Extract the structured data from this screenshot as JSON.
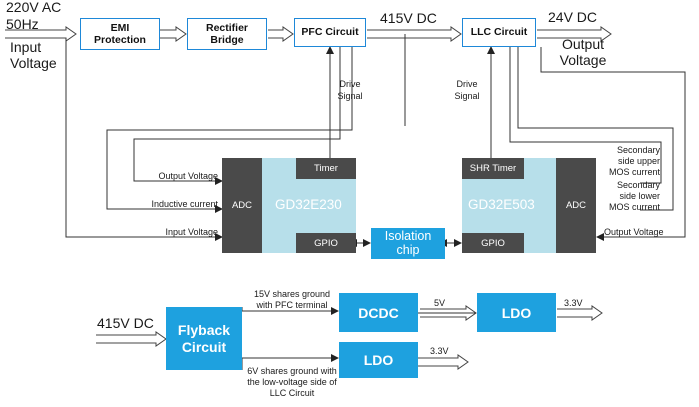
{
  "top_chain": {
    "input": {
      "line1": "220V AC",
      "line2": "50Hz",
      "line3": "Input",
      "line4": "Voltage"
    },
    "emi": {
      "line1": "EMI",
      "line2": "Protection"
    },
    "rectifier": {
      "line1": "Rectifier",
      "line2": "Bridge"
    },
    "pfc": "PFC Circuit",
    "bus_voltage": "415V DC",
    "llc": "LLC Circuit",
    "output_dc": "24V DC",
    "output": {
      "line1": "Output",
      "line2": "Voltage"
    }
  },
  "drive_signal_left": {
    "line1": "Drive",
    "line2": "Signal"
  },
  "drive_signal_right": {
    "line1": "Drive",
    "line2": "Signal"
  },
  "mcu_left": {
    "name": "GD32E230",
    "adc": "ADC",
    "timer": "Timer",
    "gpio": "GPIO",
    "inputs": [
      "Output Voltage",
      "Inductive current",
      "Input Voltage"
    ]
  },
  "isolation": {
    "line1": "Isolation",
    "line2": "chip"
  },
  "mcu_right": {
    "name": "GD32E503",
    "adc": "ADC",
    "timer": "SHR Timer",
    "gpio": "GPIO",
    "secondary_upper": {
      "line1": "Secondary",
      "line2": "side upper",
      "line3": "MOS current"
    },
    "secondary_lower": {
      "line1": "Secondary",
      "line2": "side lower",
      "line3": "MOS current"
    },
    "output_voltage": "Output Voltage"
  },
  "aux_supply": {
    "input": "415V DC",
    "flyback": {
      "line1": "Flyback",
      "line2": "Circuit"
    },
    "upper_note": {
      "line1": "15V shares ground",
      "line2": "with PFC terminal"
    },
    "lower_note": {
      "line1": "6V shares ground with",
      "line2": "the low-voltage side of",
      "line3": "LLC Circuit"
    },
    "dcdc": "DCDC",
    "dcdc_out": "5V",
    "ldo_upper": "LDO",
    "ldo_upper_out": "3.3V",
    "ldo_lower": "LDO",
    "ldo_lower_out": "3.3V"
  },
  "colors": {
    "block_blue": "#1ea1df",
    "mcu_light": "#b7dfea",
    "mcu_dark": "#4a4a4a",
    "outline_blue": "#1e88d8"
  }
}
